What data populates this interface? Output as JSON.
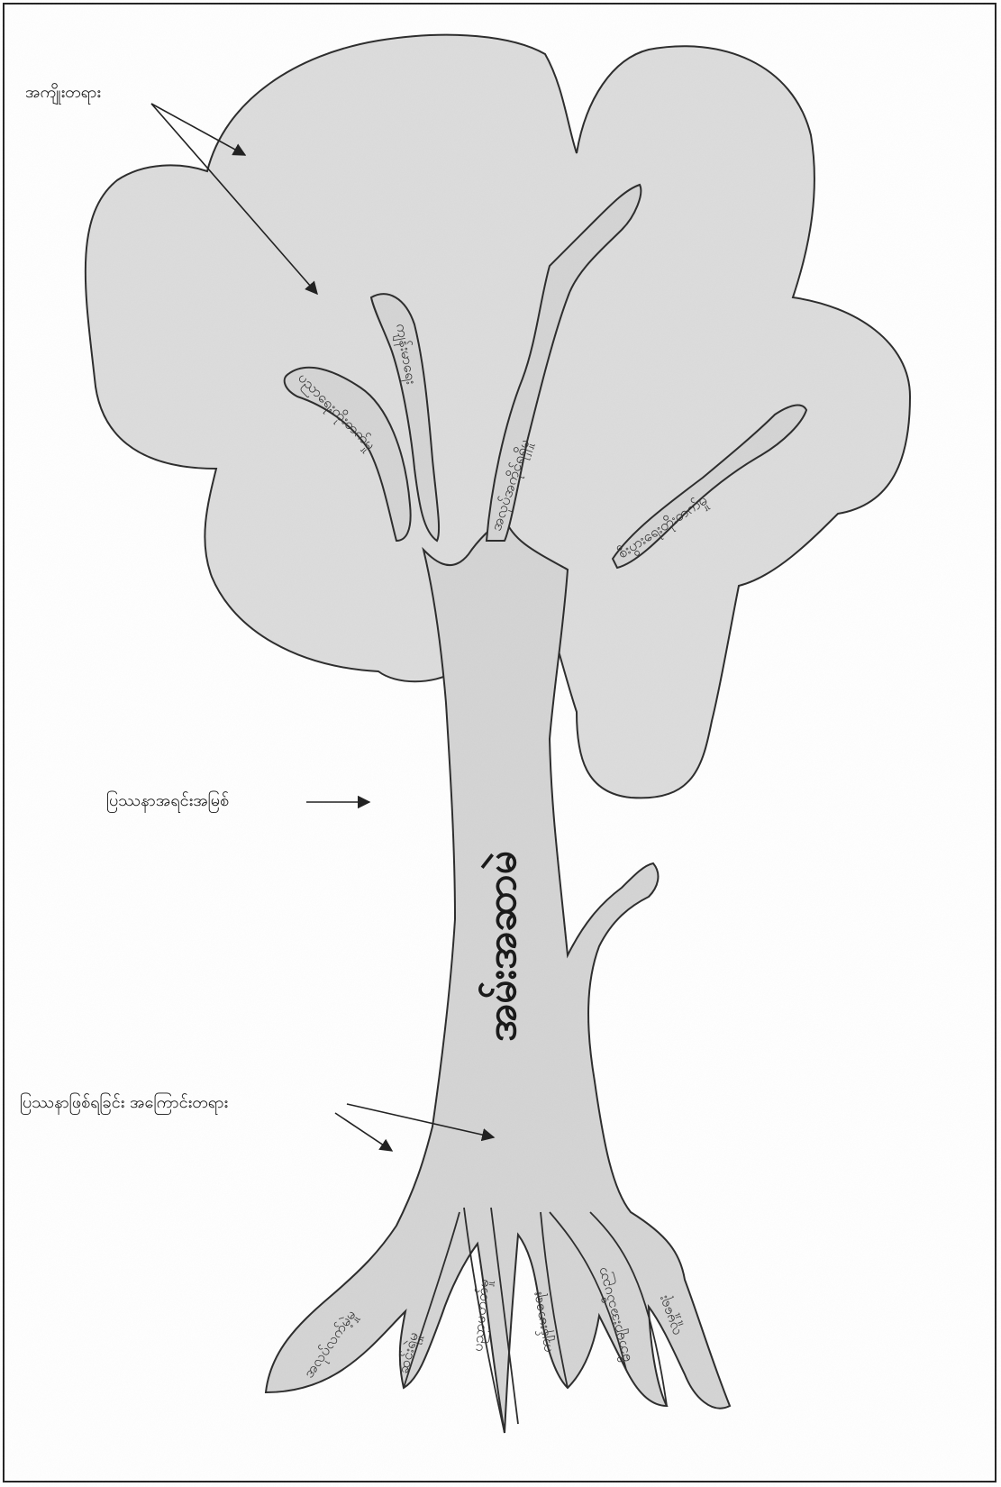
{
  "labels": {
    "fruits": "အကျိုးတရား",
    "core_problem": "ပြဿနာအရင်းအမြစ်",
    "causes": "ပြဿနာဖြစ်ရခြင်း အကြောင်းတရား"
  },
  "handwriting": {
    "trunk": "အမ်းအဆာမဲ",
    "branches": [
      "ပညာရေးတိုးတက်မှု",
      "ကျန်းမာရေး",
      "အလုပ်အကိုင်ရရှိမှု",
      "စီးပွားရေးတိုးတက်မှု"
    ],
    "roots": [
      "အလုပ်လက်မဲ့မှု",
      "ဆင်းရဲမှု",
      "ပညာမတတ်မှု",
      "ကျန်းမာရေး",
      "မိဘများအသိပညာ",
      "လူမှုရေး"
    ]
  },
  "colors": {
    "fill": "#dcdcdc",
    "outline": "#2a2a2a",
    "arrow": "#222222"
  }
}
